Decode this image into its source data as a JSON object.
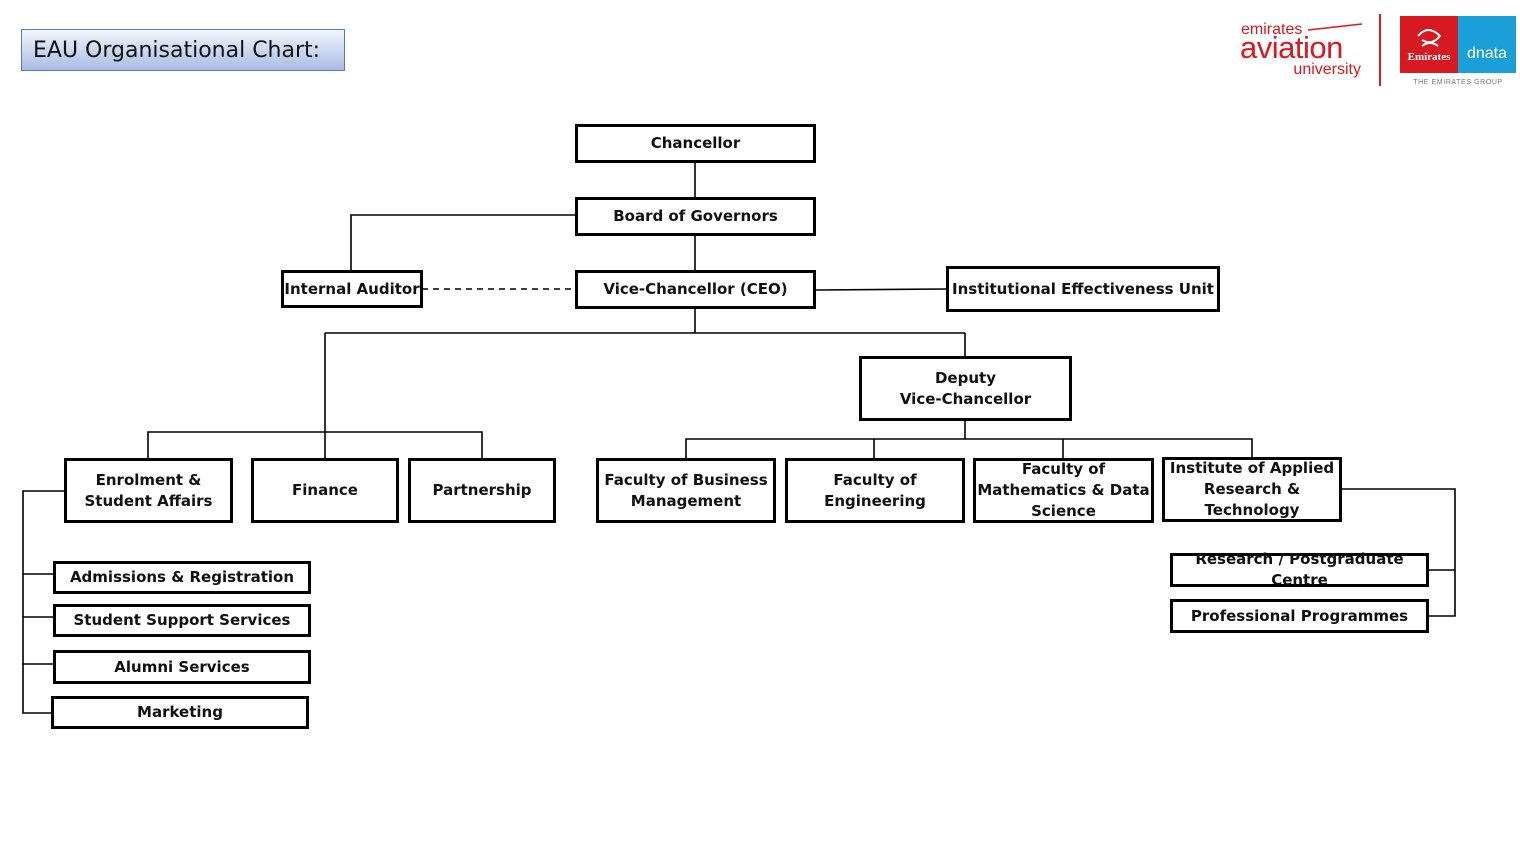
{
  "title": "EAU Organisational Chart:",
  "logos": {
    "eau": {
      "line1": "emirates",
      "line2": "aviation",
      "line3": "university",
      "color": "#d71921"
    },
    "emirates": {
      "text": "Emirates",
      "color": "#d71921"
    },
    "dnata": {
      "text": "dnata",
      "color": "#1a9fd9"
    },
    "group": "THE EMIRATES GROUP"
  },
  "nodes": {
    "chancellor": "Chancellor",
    "board": "Board of Governors",
    "internal_auditor": "Internal Auditor",
    "vc": "Vice-Chancellor (CEO)",
    "ieu": "Institutional Effectiveness Unit",
    "dvc": "Deputy\nVice-Chancellor",
    "enrolment": "Enrolment &\nStudent Affairs",
    "finance": "Finance",
    "partnership": "Partnership",
    "fbm": "Faculty of Business\nManagement",
    "feng": "Faculty of\nEngineering",
    "fmds": "Faculty of\nMathematics & Data\nScience",
    "iart": "Institute of Applied\nResearch &\nTechnology",
    "admissions": "Admissions & Registration",
    "student_support": "Student Support Services",
    "alumni": "Alumni  Services",
    "marketing": "Marketing",
    "research_centre": "Research / Postgraduate Centre",
    "professional": "Professional Programmes"
  }
}
